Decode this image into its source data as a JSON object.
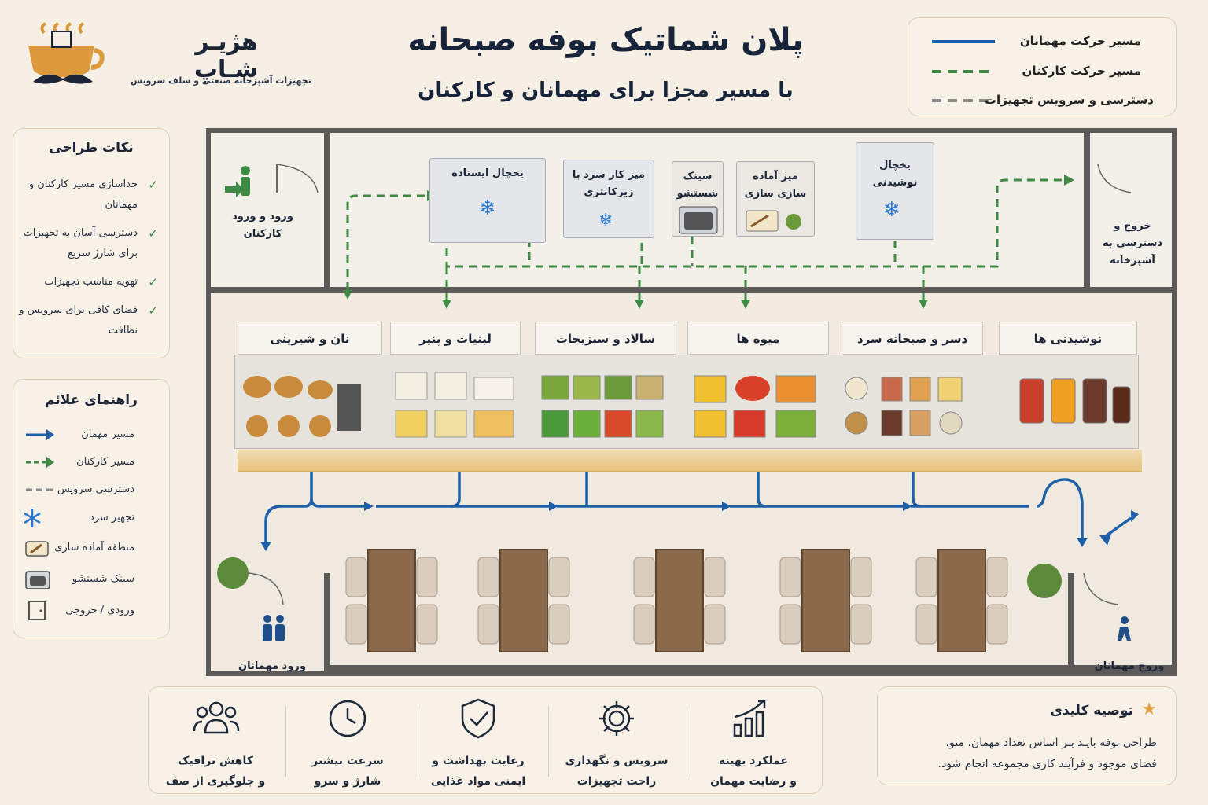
{
  "header": {
    "title": "پلان شماتیک بوفه صبحانه",
    "subtitle": "با مسیر مجزا برای مهمانان و کارکنان"
  },
  "brand": {
    "name": "هژیـر شـاپ",
    "tagline": "تجهیزات آشپزخانه صنعتی و سلف سرویس"
  },
  "path_legend": [
    {
      "label": "مسیر حرکت مهمانان",
      "color": "#1f5fa8",
      "style": "solid"
    },
    {
      "label": "مسیر حرکت کارکنان",
      "color": "#3f8a45",
      "style": "dashed"
    },
    {
      "label": "دسترسی و سرویس تجهیزات",
      "color": "#8a8a8a",
      "style": "dashed"
    }
  ],
  "design_tips": {
    "heading": "نکات طراحی",
    "items": [
      "جداسازی مسیر کارکنان و مهمانان",
      "دسترسی آسان به تجهیزات برای شارژ سریع",
      "تهویه مناسب تجهیزات",
      "فضای کافی برای سرویس و نظافت"
    ]
  },
  "symbol_key": {
    "heading": "راهنمای علائم",
    "items": [
      {
        "label": "مسیر مهمان",
        "icon": "blue-arrow-icon"
      },
      {
        "label": "مسیر کارکنان",
        "icon": "green-dashed-arrow-icon"
      },
      {
        "label": "دسترسی سرویس",
        "icon": "gray-dash-icon"
      },
      {
        "label": "تجهیز سرد",
        "icon": "snowflake-icon"
      },
      {
        "label": "منطقه آماده سازی",
        "icon": "prep-board-icon"
      },
      {
        "label": "سینک شستشو",
        "icon": "sink-icon"
      },
      {
        "label": "ورودی / خروجی",
        "icon": "door-icon"
      }
    ]
  },
  "kitchen": {
    "staff_entry": "ورود و ورود کارکنان",
    "staff_exit": "خروج و دسترسی به آشپزخانه",
    "equipment": [
      {
        "label": "یخچال ایستاده",
        "cold": true
      },
      {
        "label": "میز کار سرد با زیرکانتری",
        "cold": true
      },
      {
        "label": "سینک شستشو",
        "cold": false
      },
      {
        "label": "میز آماده سازی سازی",
        "cold": false
      },
      {
        "label": "یخچال نوشیدنی",
        "cold": true
      }
    ]
  },
  "stations": [
    {
      "label": "نان و شیرینی"
    },
    {
      "label": "لبنیات و پنیر"
    },
    {
      "label": "سالاد و سبزیجات"
    },
    {
      "label": "میوه ها"
    },
    {
      "label": "دسر و صبحانه سرد"
    },
    {
      "label": "نوشیدنی ها"
    }
  ],
  "dining": {
    "guest_entry": "ورود مهمانان",
    "guest_exit": "وروج مهمانان"
  },
  "benefits": [
    {
      "line1": "کاهش ترافیک",
      "line2": "و جلوگیری از صف",
      "icon": "users-icon"
    },
    {
      "line1": "سرعت بیشتر",
      "line2": "شارژ و سرو",
      "icon": "clock-icon"
    },
    {
      "line1": "رعایت بهداشت و",
      "line2": "ایمنی مواد غذایی",
      "icon": "shield-check-icon"
    },
    {
      "line1": "سرویس و نگهداری",
      "line2": "راحت تجهیزات",
      "icon": "gear-icon"
    },
    {
      "line1": "عملکرد بهینه",
      "line2": "و رضایت مهمان",
      "icon": "growth-chart-icon"
    }
  ],
  "recommendation": {
    "heading": "توصیه کلیدی",
    "text_line1": "طراحی بوفه بایـد بـر اساس تعداد مهمان، منو،",
    "text_line2": "فضای موجود و فرآیند کاری مجموعه انجام شود."
  },
  "colors": {
    "guest": "#1f5fa8",
    "staff": "#3f8a45",
    "service": "#8a8a8a",
    "wall": "#5b5a58",
    "accent": "#e0a040"
  }
}
